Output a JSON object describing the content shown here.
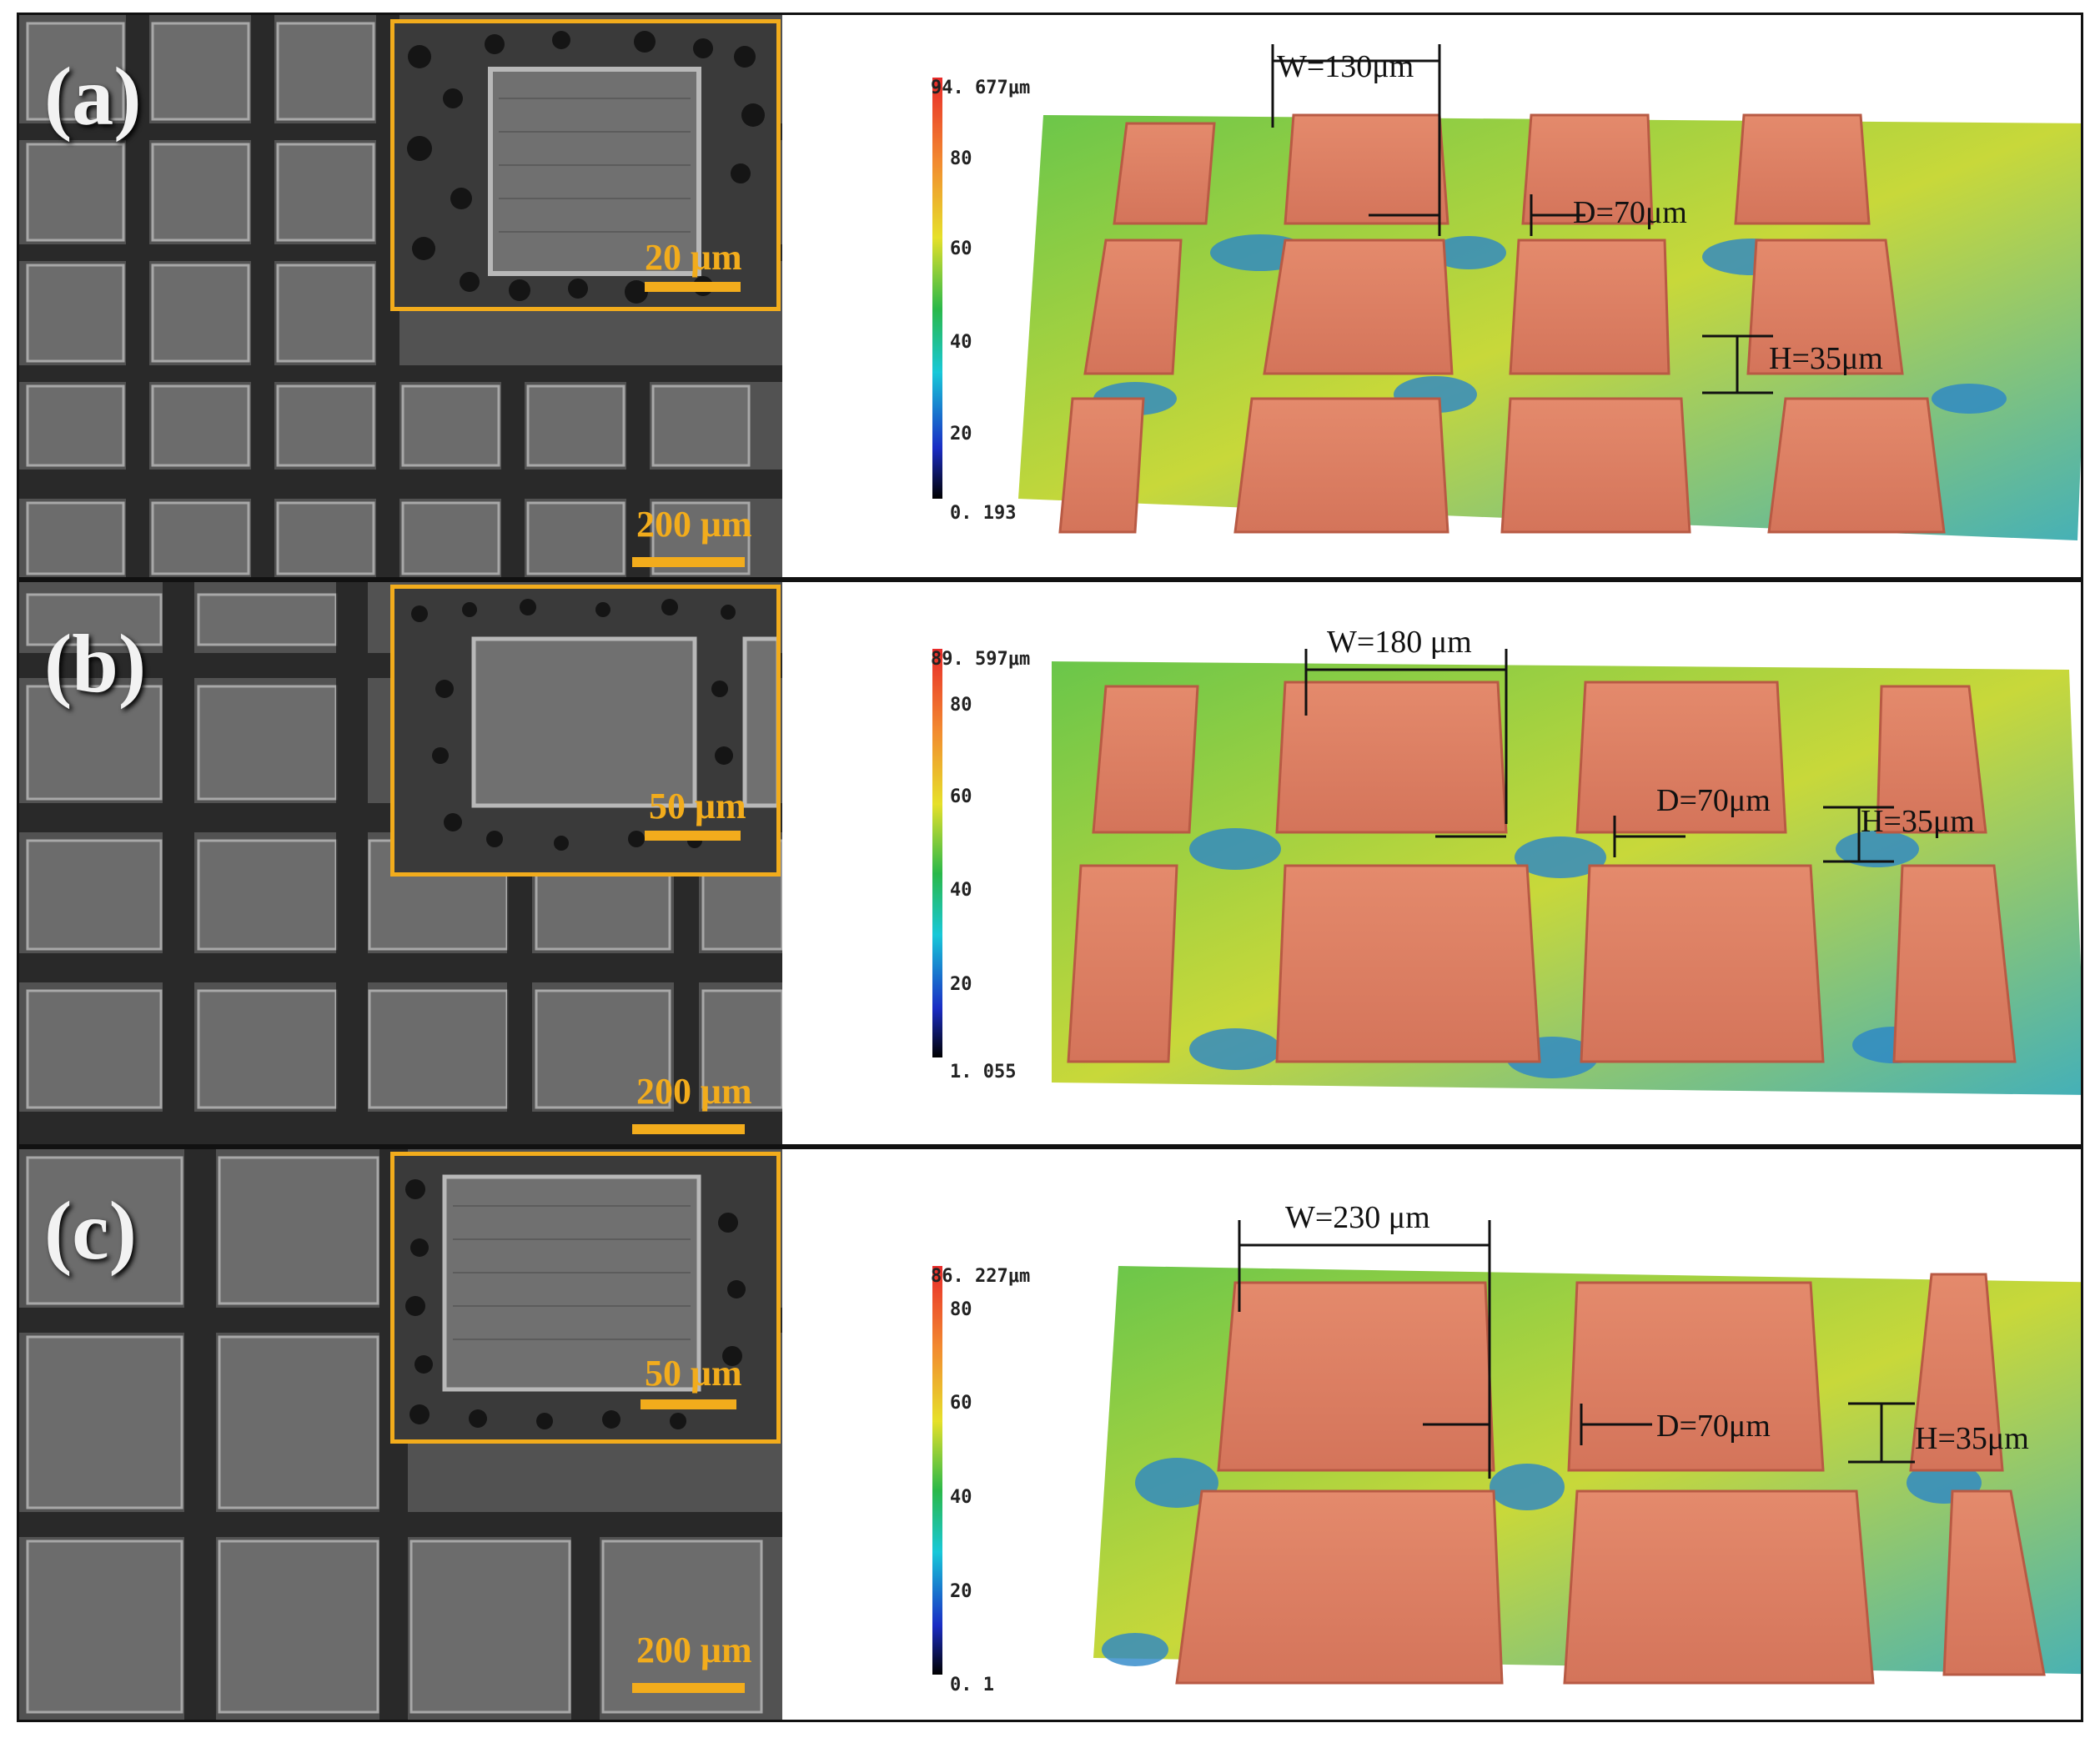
{
  "panels": [
    {
      "label": "(a)",
      "inset_scale": "20 μm",
      "main_scale": "200 μm",
      "colorbar": {
        "max": "94. 677μm",
        "ticks": [
          "80",
          "60",
          "40",
          "20"
        ],
        "min": "0. 193"
      },
      "annotations": {
        "width": "W=130μm",
        "spacing": "D=70μm",
        "height": "H=35μm"
      }
    },
    {
      "label": "(b)",
      "inset_scale": "50 μm",
      "main_scale": "200 μm",
      "colorbar": {
        "max": "89. 597μm",
        "ticks": [
          "80",
          "60",
          "40",
          "20"
        ],
        "min": "1. 055"
      },
      "annotations": {
        "width": "W=180 μm",
        "spacing": "D=70μm",
        "height": "H=35μm"
      }
    },
    {
      "label": "(c)",
      "inset_scale": "50 μm",
      "main_scale": "200 μm",
      "colorbar": {
        "max": "86. 227μm",
        "ticks": [
          "80",
          "60",
          "40",
          "20"
        ],
        "min": "0. 1"
      },
      "annotations": {
        "width": "W=230 μm",
        "spacing": "D=70μm",
        "height": "H=35μm"
      }
    }
  ],
  "colors": {
    "inset_frame": "#f2ac1c",
    "sem_background": "#505050",
    "pillar_top": "#e0866a",
    "valley_green": "#4cb84a",
    "valley_blue": "#2a86c8"
  }
}
